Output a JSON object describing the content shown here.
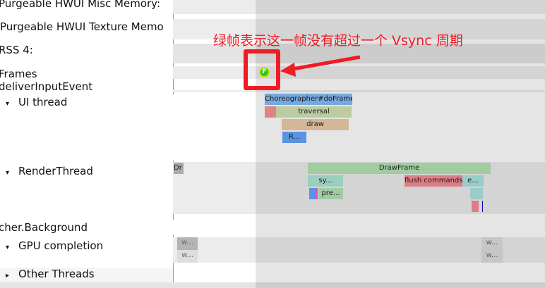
{
  "tracks": {
    "misc_memory": "Purgeable HWUI Misc Memory:",
    "texture_memory": "Purgeable HWUI Texture Memo",
    "rss": "RSS 4:",
    "frames": "Frames",
    "deliver_input": "deliverInputEvent",
    "ui_thread": "UI thread",
    "render_thread": "RenderThread",
    "background": "cher.Background",
    "gpu_completion": "GPU completion",
    "other_threads": "Other Threads"
  },
  "icons": {
    "expanded": "▾",
    "collapsed": "▸"
  },
  "frame_marker": {
    "label": "F",
    "color": "#22cc22"
  },
  "ui_slices": {
    "choreographer": "Choreographer#doFrame",
    "traversal": "traversal",
    "draw": "draw",
    "r": "R..."
  },
  "render_slices": {
    "dr": "Dr",
    "drawframe": "DrawFrame",
    "sy": "sy...",
    "flush": "flush commands",
    "e": "e...",
    "pre": "pre..."
  },
  "gpu_slices": {
    "w": "w..."
  },
  "annotation": {
    "text": "绿帧表示这一帧没有超过一个 Vsync 周期",
    "color": "#ee1c24"
  }
}
